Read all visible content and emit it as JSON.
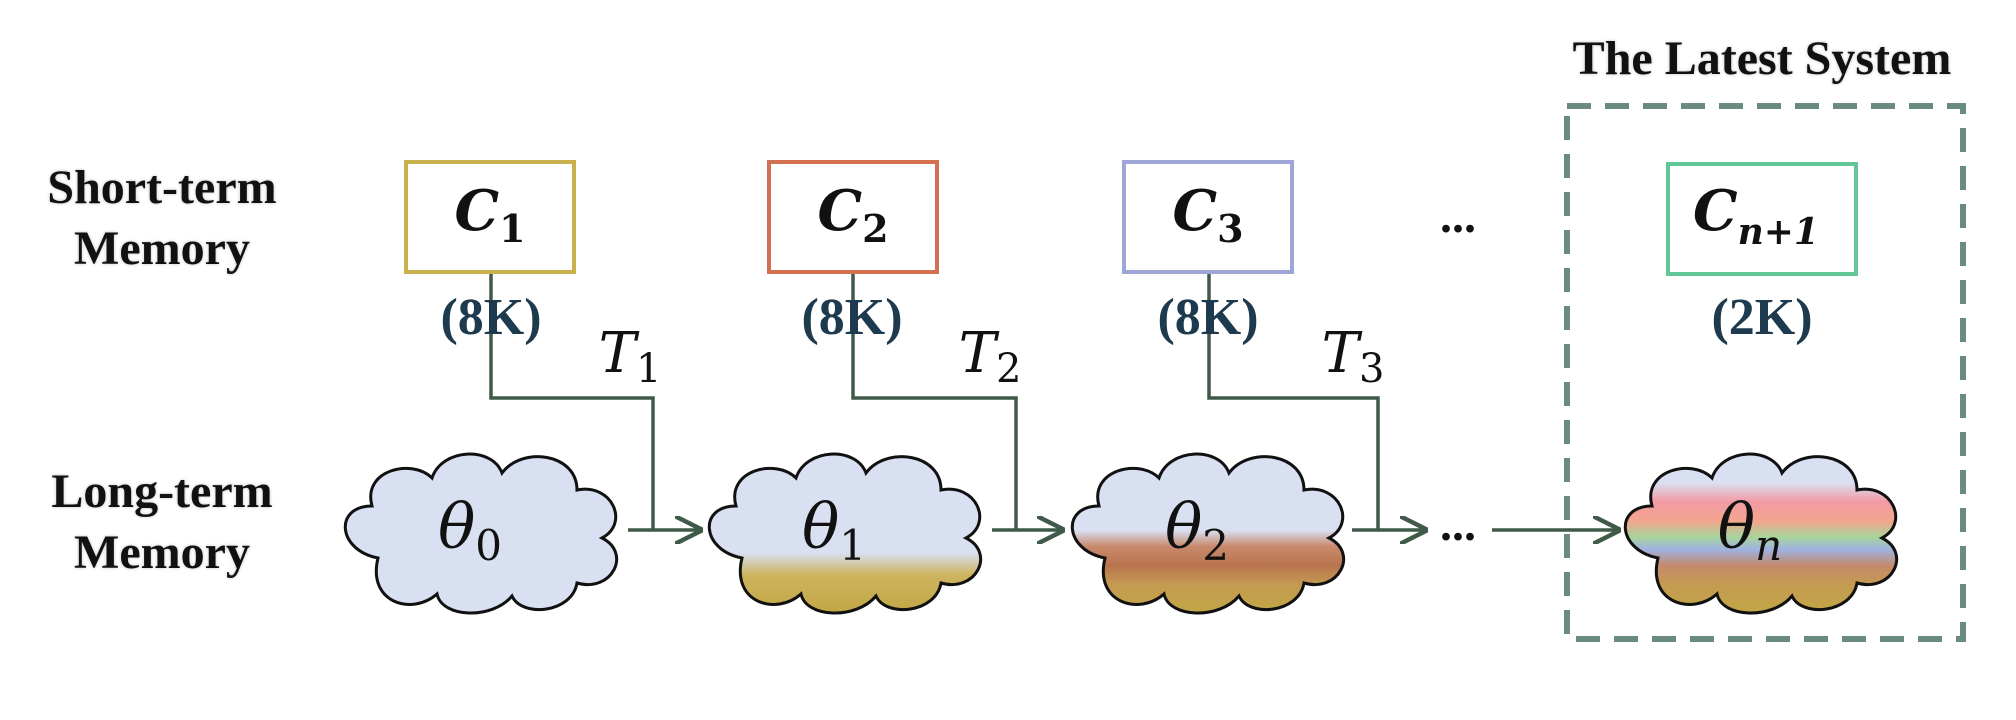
{
  "title": "The Latest System",
  "rows": {
    "short_term": [
      "Short-term",
      "Memory"
    ],
    "long_term": [
      "Long-term",
      "Memory"
    ]
  },
  "context_boxes": [
    {
      "base": "C",
      "sub": "1",
      "size": "(8K)",
      "color": "#c9b24e"
    },
    {
      "base": "C",
      "sub": "2",
      "size": "(8K)",
      "color": "#d2704f"
    },
    {
      "base": "C",
      "sub": "3",
      "size": "(8K)",
      "color": "#9da6d6"
    },
    {
      "base": "C",
      "sub": "n+1",
      "size": "(2K)",
      "color": "#62c796"
    }
  ],
  "transitions": [
    {
      "base": "T",
      "sub": "1"
    },
    {
      "base": "T",
      "sub": "2"
    },
    {
      "base": "T",
      "sub": "3"
    }
  ],
  "models": [
    {
      "base": "θ",
      "sub": "0"
    },
    {
      "base": "θ",
      "sub": "1"
    },
    {
      "base": "θ",
      "sub": "2"
    },
    {
      "base": "θ",
      "sub": "n"
    }
  ],
  "ellipsis": "...",
  "colors": {
    "cloud_fill": "#d8e0f2",
    "arrow": "#3f5a48",
    "dashed_box": "#6a8c80",
    "size_text": "#1d3a4e"
  }
}
